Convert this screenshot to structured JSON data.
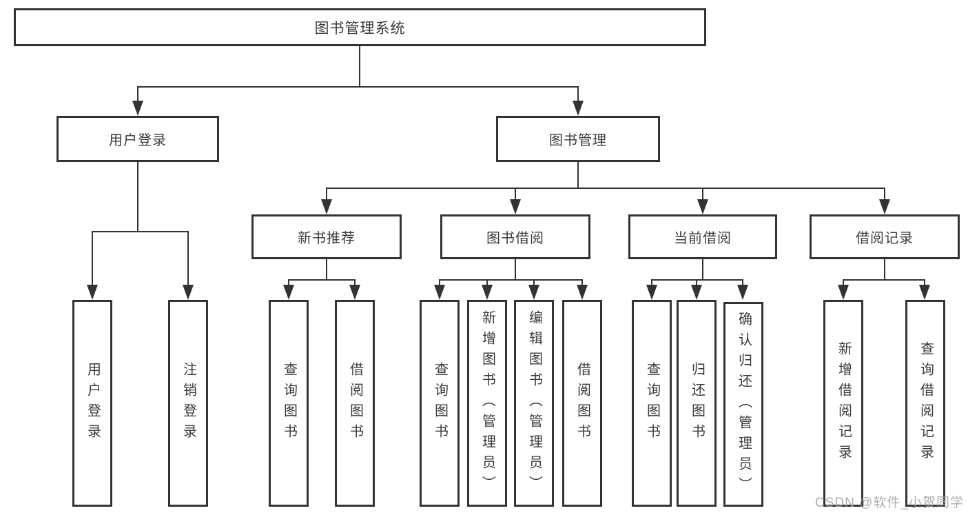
{
  "tree": {
    "label": "图书管理系统",
    "children": [
      {
        "label": "用户登录",
        "children": [
          {
            "label": "用户登录"
          },
          {
            "label": "注销登录"
          }
        ]
      },
      {
        "label": "图书管理",
        "children": [
          {
            "label": "新书推荐",
            "children": [
              {
                "label": "查询图书"
              },
              {
                "label": "借阅图书"
              }
            ]
          },
          {
            "label": "图书借阅",
            "children": [
              {
                "label": "查询图书"
              },
              {
                "label": "新增图书（管理员）"
              },
              {
                "label": "编辑图书（管理员）"
              },
              {
                "label": "借阅图书"
              }
            ]
          },
          {
            "label": "当前借阅",
            "children": [
              {
                "label": "查询图书"
              },
              {
                "label": "归还图书"
              },
              {
                "label": "确认归还（管理员）"
              }
            ]
          },
          {
            "label": "借阅记录",
            "children": [
              {
                "label": "新增借阅记录"
              },
              {
                "label": "查询借阅记录"
              }
            ]
          }
        ]
      }
    ]
  },
  "watermark": {
    "text": "CSDN @软件_小贺同学"
  },
  "colors": {
    "line": "#333333",
    "text": "#3a3a3a",
    "watermark": "#a5a5a5",
    "background": "#ffffff"
  }
}
